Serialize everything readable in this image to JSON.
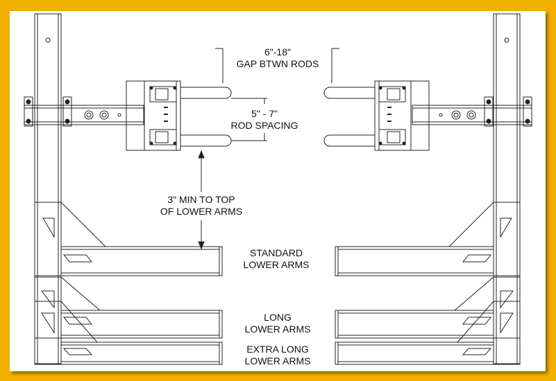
{
  "labels": {
    "gap_range": "6\"-18\"",
    "gap_text": "GAP BTWN RODS",
    "spacing_range": "5\" - 7\"",
    "spacing_text": "ROD SPACING",
    "min_line1": "3\" MIN TO TOP",
    "min_line2": "OF LOWER ARMS",
    "standard_line1": "STANDARD",
    "standard_line2": "LOWER ARMS",
    "long_line1": "LONG",
    "long_line2": "LOWER ARMS",
    "xlong_line1": "EXTRA LONG",
    "xlong_line2": "LOWER ARMS"
  },
  "colors": {
    "border": "#f1b000",
    "panel": "#ffffff",
    "line": "#222222"
  }
}
